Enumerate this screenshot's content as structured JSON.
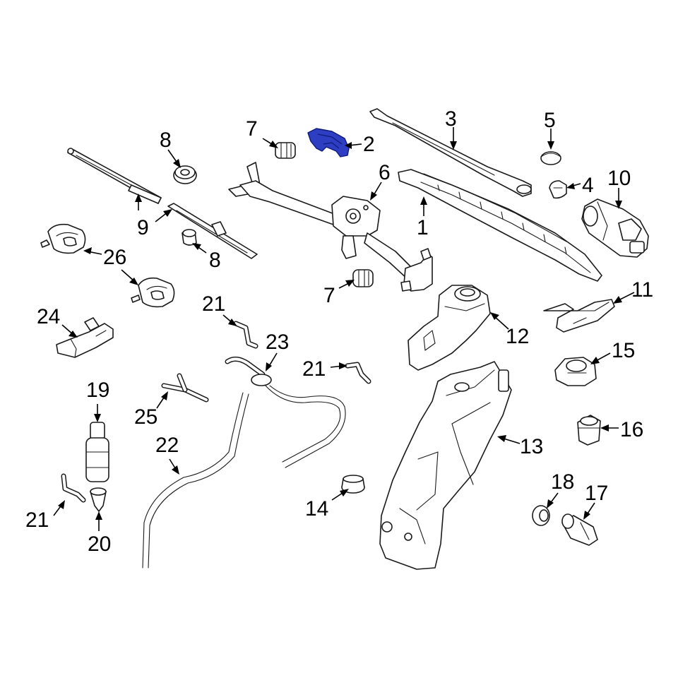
{
  "diagram": {
    "highlight_color": "#2d3ec2",
    "line_color": "#1a1a1a",
    "highlighted_part": "2",
    "callouts": {
      "c1": "1",
      "c2": "2",
      "c3": "3",
      "c4": "4",
      "c5": "5",
      "c6": "6",
      "c7a": "7",
      "c7b": "7",
      "c8a": "8",
      "c8b": "8",
      "c9": "9",
      "c10": "10",
      "c11": "11",
      "c12": "12",
      "c13": "13",
      "c14": "14",
      "c15": "15",
      "c16": "16",
      "c17": "17",
      "c18": "18",
      "c19": "19",
      "c20": "20",
      "c21a": "21",
      "c21b": "21",
      "c21c": "21",
      "c22": "22",
      "c23": "23",
      "c24": "24",
      "c25": "25",
      "c26": "26"
    }
  }
}
